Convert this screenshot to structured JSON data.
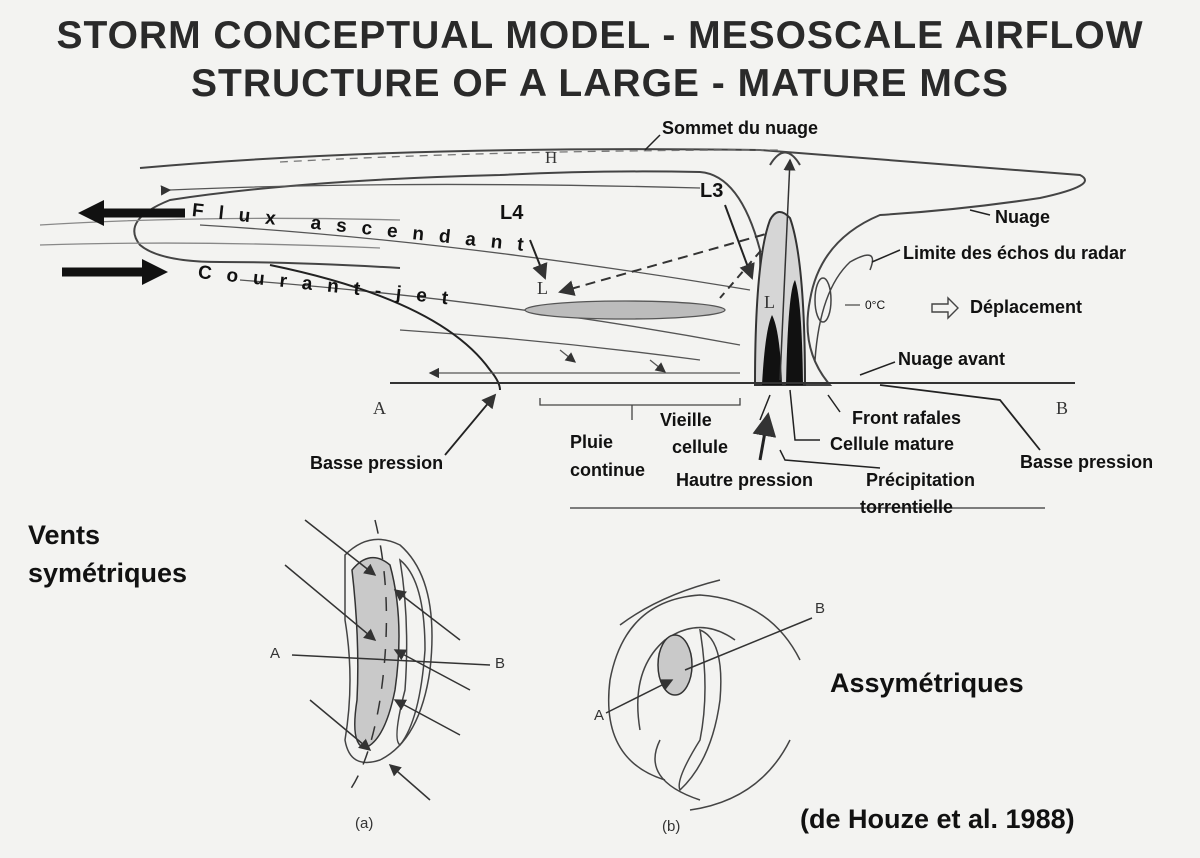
{
  "title_line1": "STORM CONCEPTUAL MODEL - MESOSCALE AIRFLOW",
  "title_line2": "STRUCTURE OF A LARGE - MATURE MCS",
  "labels": {
    "sommet": "Sommet du nuage",
    "nuage": "Nuage",
    "limite": "Limite des échos du radar",
    "deplacement": "Déplacement",
    "zero_c": "0°C",
    "nuage_avant": "Nuage avant",
    "front_rafales": "Front rafales",
    "cellule_mature": "Cellule mature",
    "vieille": "Vieille",
    "cellule": "cellule",
    "pluie": "Pluie",
    "continue": "continue",
    "haute_pression": "Hautre pression",
    "precipitation": "Précipitation",
    "torrentielle": "torrentielle",
    "basse_pression_left": "Basse pression",
    "basse_pression_right": "Basse pression",
    "flux_ascendant": "Flux ascendant",
    "courant_jet": "Courant-jet",
    "l4": "L4",
    "l3": "L3",
    "l_small_1": "L",
    "l_small_2": "L",
    "h_marker": "H",
    "a_left": "A",
    "b_right": "B"
  },
  "bottom": {
    "vents": "Vents",
    "symetriques": "symétriques",
    "assymetriques": "Assymétriques",
    "source": "(de Houze et al. 1988)",
    "cap_a": "(a)",
    "cap_b": "(b)",
    "a_label_a": "A",
    "b_label_a": "B",
    "a_label_b": "A",
    "b_label_b": "B"
  }
}
